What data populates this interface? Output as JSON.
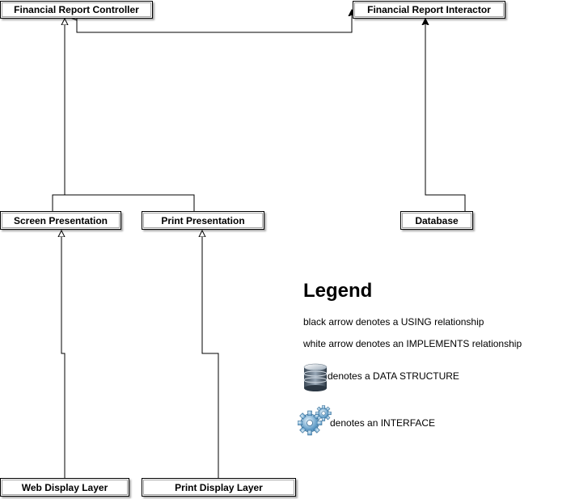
{
  "nodes": {
    "financial_report_controller": "Financial Report Controller",
    "financial_report_interactor": "Financial Report Interactor",
    "screen_presentation": "Screen Presentation",
    "print_presentation": "Print Presentation",
    "database": "Database",
    "web_display_layer": "Web Display Layer",
    "print_display_layer": "Print Display Layer"
  },
  "edges": [
    {
      "from": "Screen Presentation",
      "to": "Financial Report Controller",
      "arrow": "white"
    },
    {
      "from": "Print Presentation",
      "to": "Financial Report Controller",
      "arrow": "white"
    },
    {
      "from": "Financial Report Controller",
      "to": "Financial Report Interactor",
      "arrow": "black"
    },
    {
      "from": "Database",
      "to": "Financial Report Interactor",
      "arrow": "black"
    },
    {
      "from": "Web Display Layer",
      "to": "Screen Presentation",
      "arrow": "white"
    },
    {
      "from": "Print Display Layer",
      "to": "Print Presentation",
      "arrow": "white"
    }
  ],
  "legend": {
    "title": "Legend",
    "using": "black arrow denotes a USING relationship",
    "implements": "white arrow denotes an IMPLEMENTS relationship",
    "data_structure": "denotes a DATA STRUCTURE",
    "interface": "denotes an INTERFACE",
    "data_structure_icon": "database-icon",
    "interface_icon": "gears-icon"
  }
}
